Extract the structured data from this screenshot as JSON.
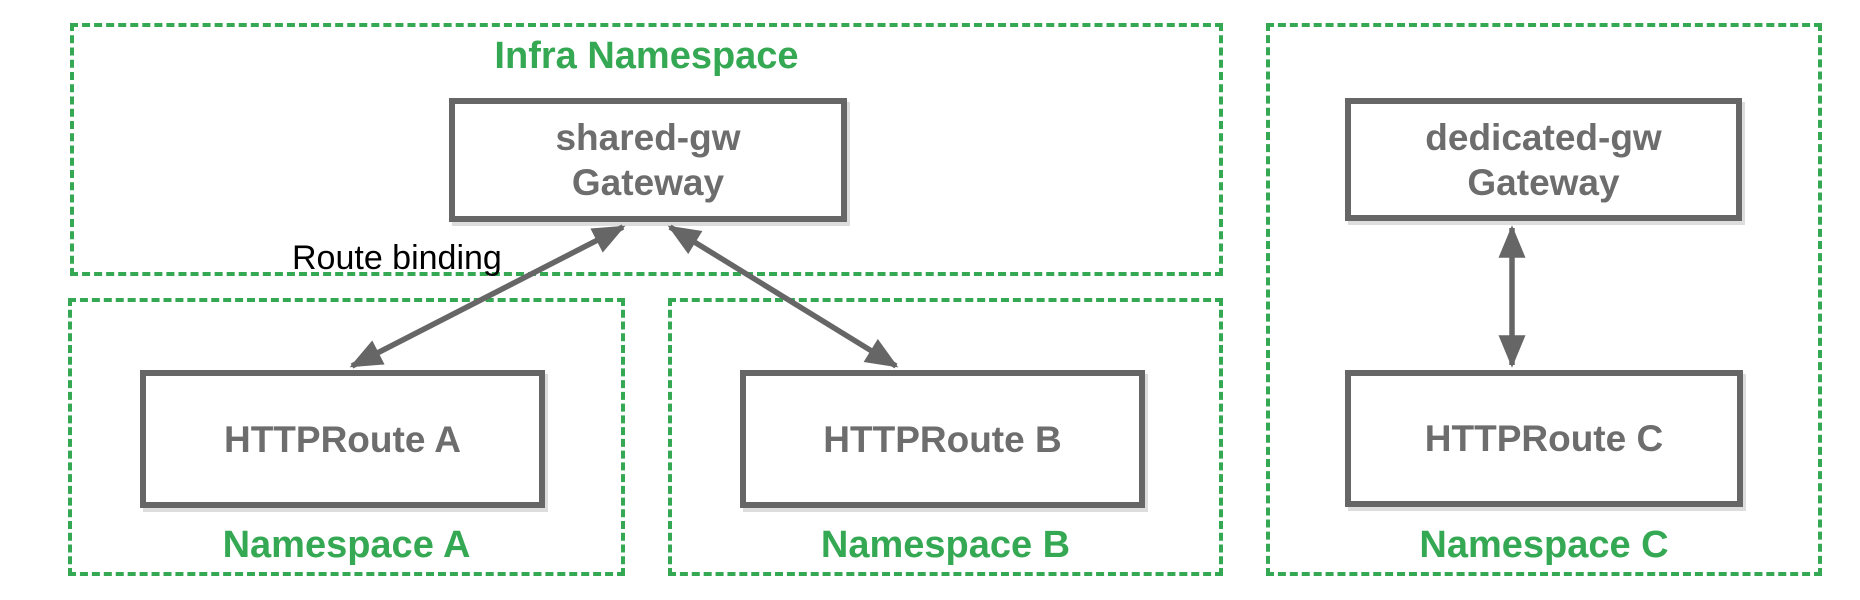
{
  "colors": {
    "namespace_green": "#34a853",
    "node_gray_border": "#666666",
    "node_gray_text": "#6d6d6d",
    "annotation_black": "#000000",
    "background": "#ffffff"
  },
  "groups": {
    "infra": {
      "title": "Infra Namespace"
    },
    "ns_a": {
      "title": "Namespace A"
    },
    "ns_b": {
      "title": "Namespace B"
    },
    "ns_c": {
      "title": "Namespace C"
    }
  },
  "nodes": {
    "shared_gw": {
      "line1": "shared-gw",
      "line2": "Gateway"
    },
    "dedicated_gw": {
      "line1": "dedicated-gw",
      "line2": "Gateway"
    },
    "route_a": {
      "label": "HTTPRoute A"
    },
    "route_b": {
      "label": "HTTPRoute B"
    },
    "route_c": {
      "label": "HTTPRoute C"
    }
  },
  "annotations": {
    "route_binding": "Route binding"
  },
  "edges": [
    {
      "from": "HTTPRoute A",
      "to": "shared-gw Gateway",
      "style": "double-arrow",
      "label": "Route binding"
    },
    {
      "from": "HTTPRoute B",
      "to": "shared-gw Gateway",
      "style": "double-arrow",
      "label": "Route binding"
    },
    {
      "from": "HTTPRoute C",
      "to": "dedicated-gw Gateway",
      "style": "double-arrow",
      "label": "Route binding"
    }
  ]
}
